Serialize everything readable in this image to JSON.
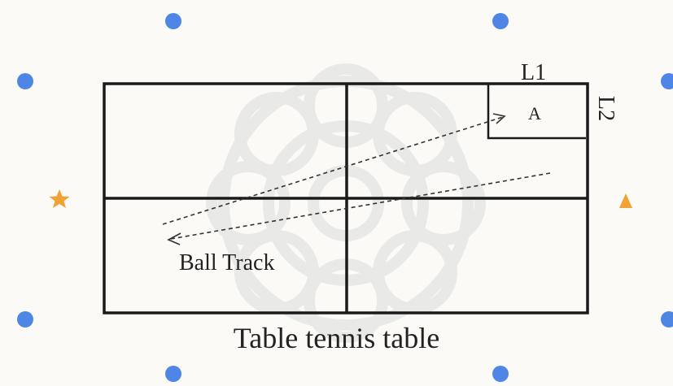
{
  "diagram": {
    "caption": "Table tennis table",
    "ball_track_label": "Ball Track",
    "target_zone_label": "A",
    "length_label": "L1",
    "width_label": "L2"
  },
  "colors": {
    "line": "#1a1a1a",
    "dashed": "#333333",
    "sensor_dot": "#4f86e6",
    "star": "#f0a235",
    "triangle": "#f0a235",
    "watermark": "#d9d9d9"
  },
  "markers": {
    "sensor_count": 8,
    "star_count": 1,
    "triangle_count": 1
  }
}
